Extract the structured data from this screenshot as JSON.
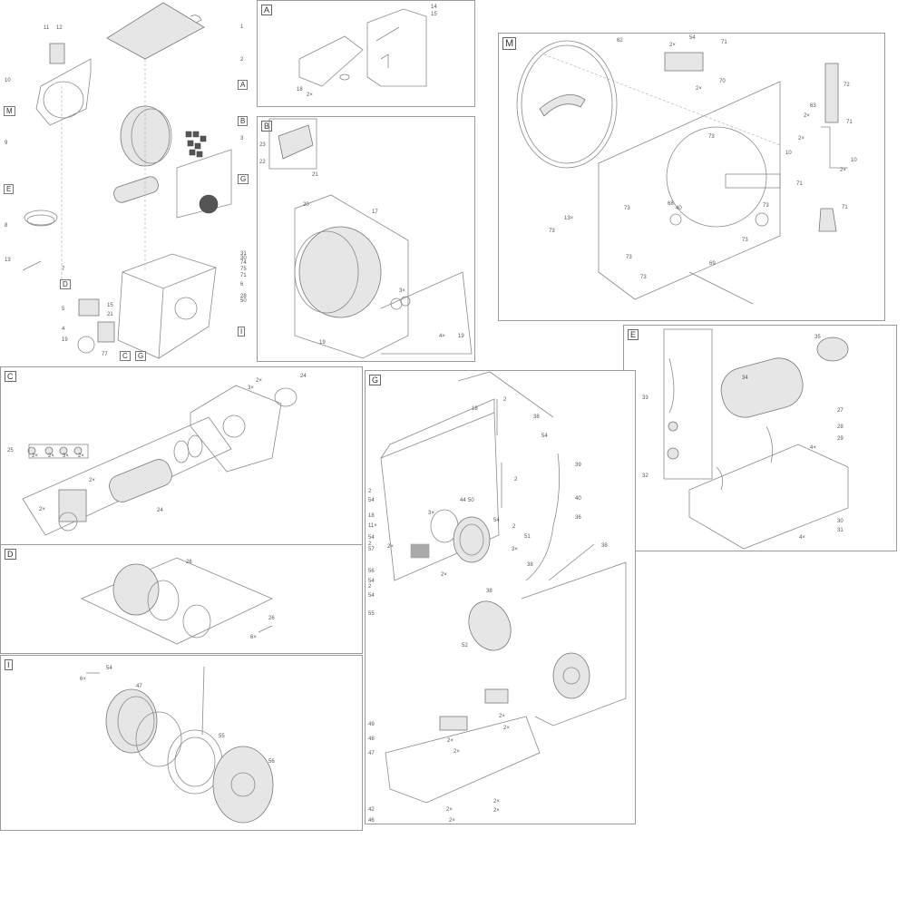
{
  "overview": {
    "labels": [
      "11",
      "12",
      "1",
      "2",
      "10",
      "9",
      "3",
      "8",
      "13",
      "31",
      "30",
      "74",
      "7",
      "75",
      "71",
      "6",
      "28",
      "50",
      "5",
      "15",
      "21",
      "4",
      "19",
      "77"
    ],
    "refs": [
      "A",
      "M",
      "B",
      "G",
      "E",
      "D",
      "I",
      "C",
      "G"
    ]
  },
  "panels": {
    "A": {
      "letter": "A",
      "labels": [
        "14",
        "15",
        "18",
        "2×"
      ]
    },
    "B": {
      "letter": "B",
      "labels": [
        "23",
        "22",
        "21",
        "20",
        "17",
        "3×",
        "19",
        "4×",
        "19"
      ]
    },
    "M": {
      "letter": "M",
      "labels": [
        "62",
        "2×",
        "54",
        "71",
        "72",
        "2×",
        "70",
        "63",
        "2×",
        "71",
        "73",
        "2×",
        "10",
        "10",
        "2×",
        "71",
        "71",
        "40",
        "68",
        "73",
        "73",
        "13×",
        "73",
        "73",
        "73",
        "69",
        "73"
      ]
    },
    "E": {
      "letter": "E",
      "labels": [
        "35",
        "34",
        "33",
        "27",
        "28",
        "29",
        "4×",
        "32",
        "30",
        "31",
        "4×"
      ]
    },
    "C": {
      "letter": "C",
      "labels": [
        "24",
        "2×",
        "3×",
        "25",
        "2×",
        "2×",
        "3×",
        "2×",
        "2×",
        "2×",
        "24"
      ]
    },
    "D": {
      "letter": "D",
      "labels": [
        "26",
        "26",
        "6×"
      ]
    },
    "I": {
      "letter": "I",
      "labels": [
        "54",
        "6×",
        "47",
        "55",
        "56"
      ]
    },
    "G": {
      "letter": "G",
      "labels": [
        "18",
        "2",
        "38",
        "54",
        "39",
        "2",
        "2",
        "40",
        "54",
        "44",
        "3×",
        "50",
        "18",
        "11×",
        "54",
        "2",
        "54",
        "2",
        "36",
        "57",
        "2×",
        "51",
        "3×",
        "38",
        "56",
        "54",
        "38",
        "2",
        "54",
        "2×",
        "38",
        "55",
        "52",
        "49",
        "2×",
        "2×",
        "48",
        "2×",
        "47",
        "2×",
        "2×",
        "2×",
        "42",
        "2×",
        "46",
        "2×"
      ]
    }
  }
}
